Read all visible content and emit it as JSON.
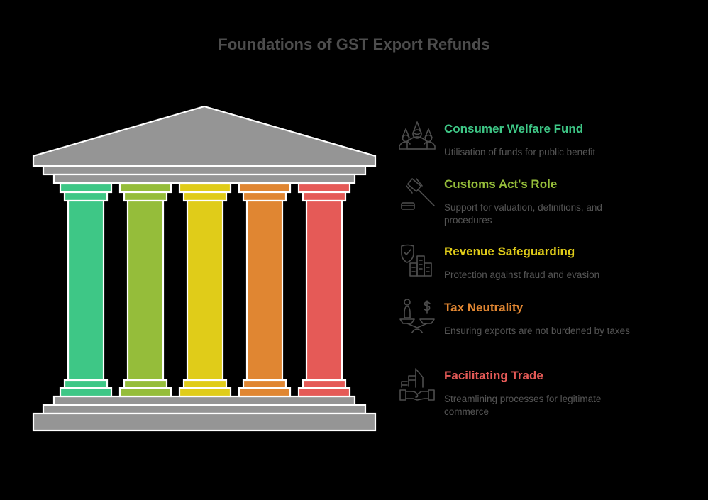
{
  "title": "Foundations of GST Export Refunds",
  "colors": {
    "background": "#000000",
    "structure_gray": "#959595",
    "outline": "#ffffff",
    "title_text": "#4d4d4d",
    "description_text": "#555555",
    "icon_stroke": "#4d4d4d"
  },
  "pillars": [
    {
      "id": "consumer-welfare-fund",
      "color": "#3ec786"
    },
    {
      "id": "customs-acts-role",
      "color": "#95bd3a"
    },
    {
      "id": "revenue-safeguarding",
      "color": "#e0cc19"
    },
    {
      "id": "tax-neutrality",
      "color": "#e08632"
    },
    {
      "id": "facilitating-trade",
      "color": "#e55a57"
    }
  ],
  "items": [
    {
      "heading": "Consumer Welfare Fund",
      "description": "Utilisation of funds for public benefit",
      "color": "#3ec786",
      "icon": "people-group-icon"
    },
    {
      "heading": "Customs Act's Role",
      "description": "Support for valuation, definitions, and procedures",
      "color": "#95bd3a",
      "icon": "gavel-icon"
    },
    {
      "heading": "Revenue Safeguarding",
      "description": "Protection against fraud and evasion",
      "color": "#e0cc19",
      "icon": "shield-building-icon"
    },
    {
      "heading": "Tax Neutrality",
      "description": "Ensuring exports are not burdened by taxes",
      "color": "#e08632",
      "icon": "balance-scale-icon"
    },
    {
      "heading": "Facilitating Trade",
      "description": "Streamlining processes for legitimate commerce",
      "color": "#e55a57",
      "icon": "handshake-buildings-icon"
    }
  ]
}
